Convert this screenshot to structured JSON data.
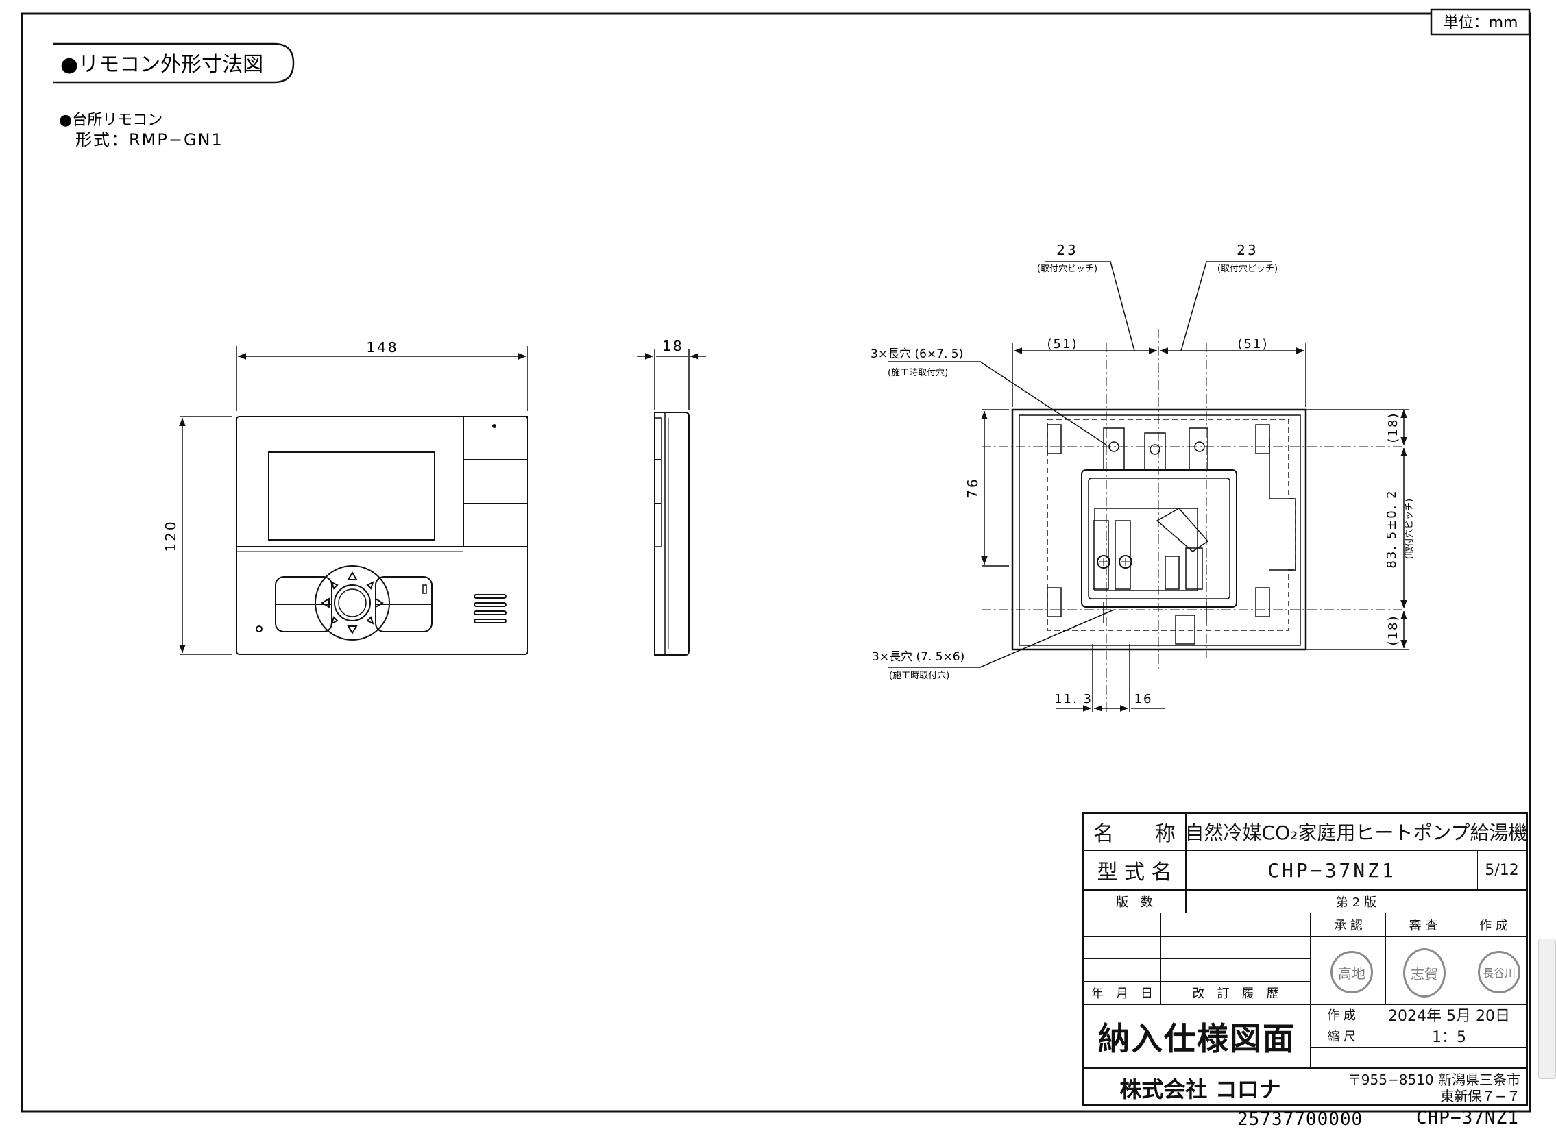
{
  "unit_label": "単位：mm",
  "section_title": "●リモコン外形寸法図",
  "product_heading": "●台所リモコン",
  "model_line": "形式：RMP−GN1",
  "dimensions": {
    "front_width": "148",
    "front_height": "120",
    "side_depth": "18",
    "pitch_left": "23",
    "pitch_right": "23",
    "pitch_note": "(取付穴ピッチ)",
    "offset_left": "(51)",
    "offset_right": "(51)",
    "hole_top": "3×長穴 (6×7. 5)",
    "hole_bottom": "3×長穴 (7. 5×6)",
    "hole_note": "(施工時取付穴)",
    "height_76": "76",
    "top_18": "(18)",
    "bottom_18": "(18)",
    "vertical_pitch": "83. 5±0. 2",
    "vertical_pitch_note": "(取付穴ピッチ)",
    "bottom_113": "11. 3",
    "bottom_16": "16"
  },
  "title_block": {
    "name_label": "名　　称",
    "name_value": "自然冷媒CO₂家庭用ヒートポンプ給湯機",
    "model_label": "型 式 名",
    "model_value": "CHP−37NZ1",
    "page": "5/12",
    "edition_label": "版　数",
    "edition_value": "第 2 版",
    "approve": "承 認",
    "review": "審 査",
    "create": "作 成",
    "stamp_approve": "高地",
    "stamp_review": "志賀",
    "stamp_create": "長谷川",
    "date_label": "年　月　日",
    "revision_label": "改　訂　履　歴",
    "doc_title": "納入仕様図面",
    "created_label": "作 成",
    "created_date": "2024年 5月 20日",
    "scale_label": "縮 尺",
    "scale_value": "1：5",
    "company": "株式会社 コロナ",
    "address_line1": "〒955−8510 新潟県三条市",
    "address_line2": "東新保７−７"
  },
  "footer_code_left": "25737700000",
  "footer_code_right": "CHP−37NZ1"
}
